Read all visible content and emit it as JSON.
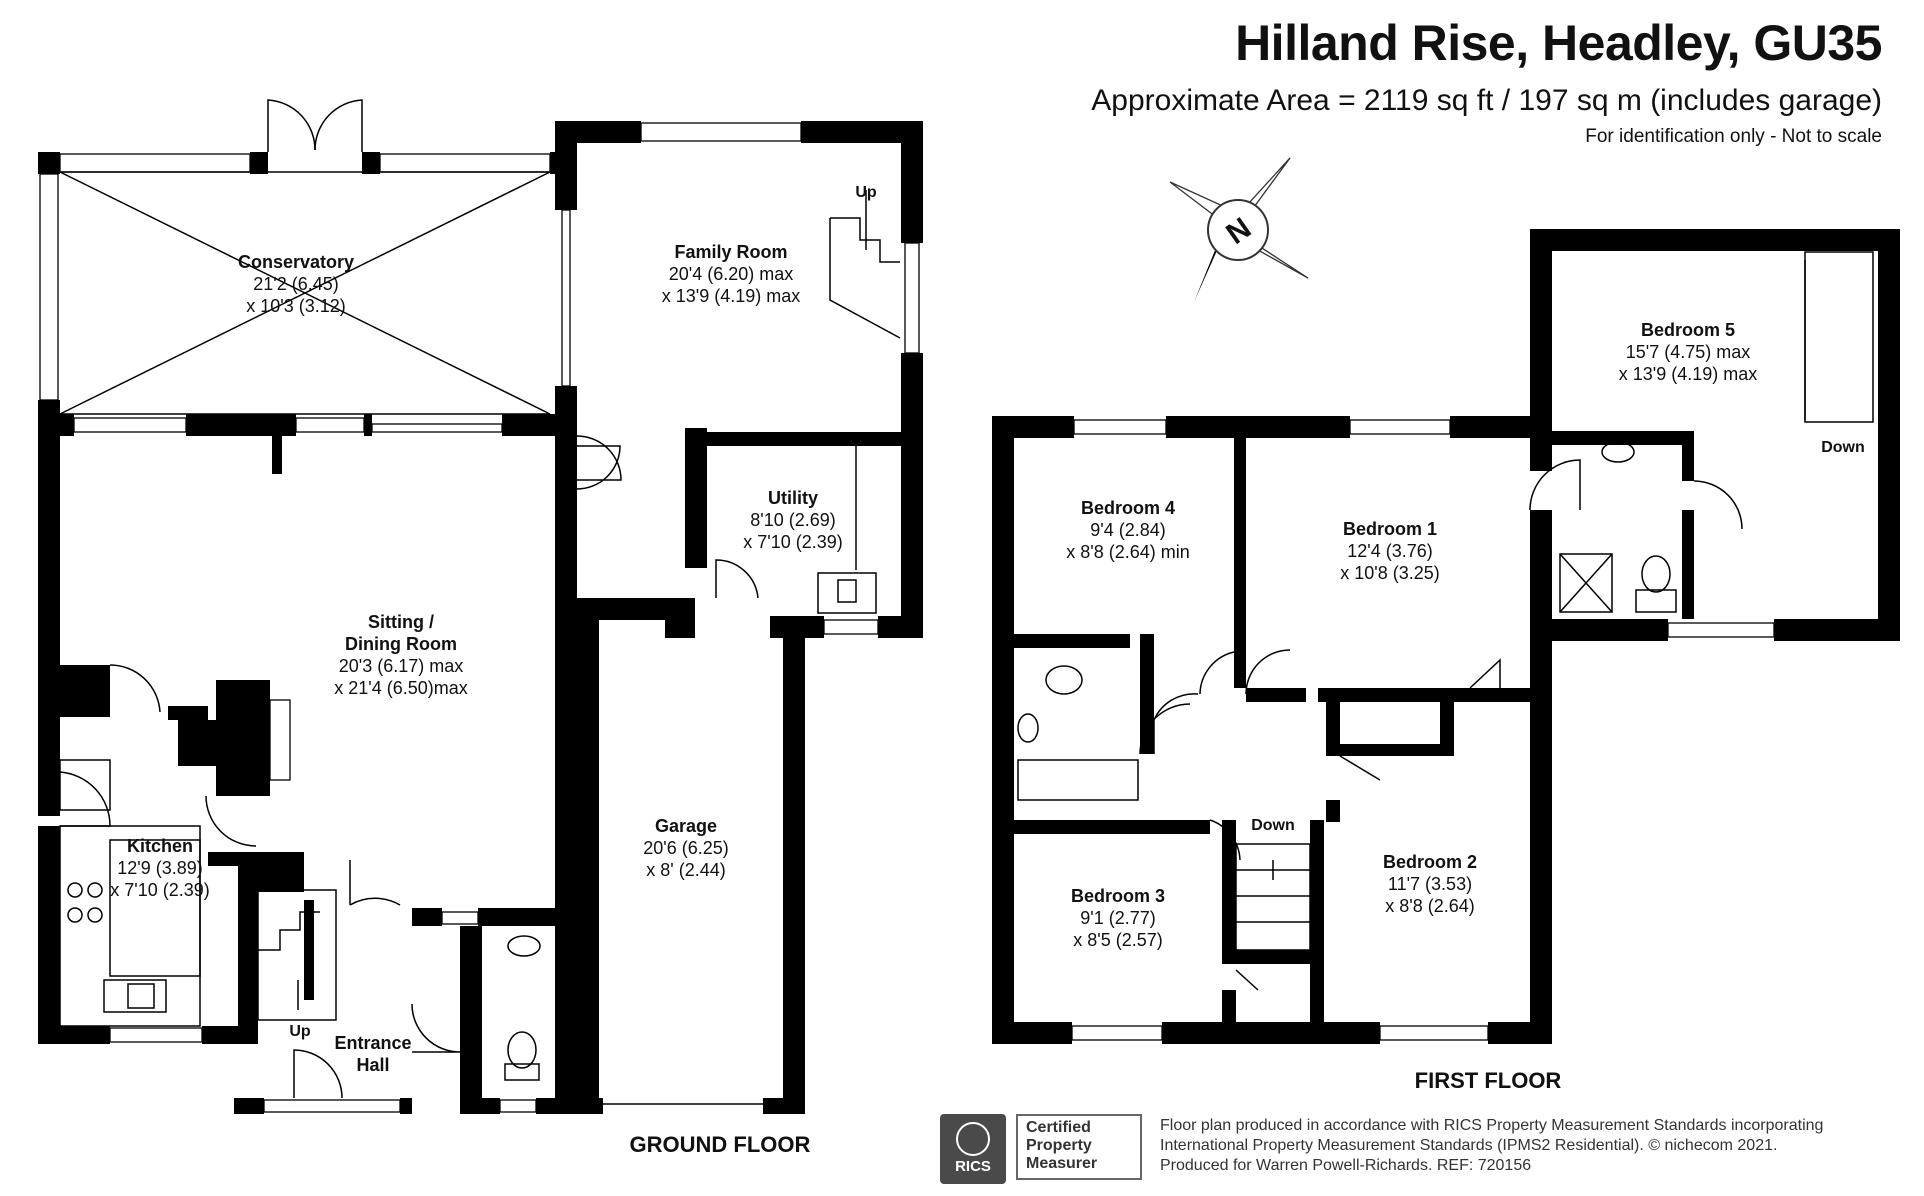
{
  "header": {
    "title": "Hilland Rise, Headley, GU35",
    "area": "Approximate Area = 2119 sq ft / 197 sq m (includes garage)",
    "identification": "For identification only - Not to scale"
  },
  "compass": {
    "label": "N"
  },
  "ground_floor": {
    "label": "GROUND FLOOR",
    "rooms": [
      {
        "name": "Conservatory",
        "dims": [
          "21'2 (6.45)",
          "x 10'3 (3.12)"
        ]
      },
      {
        "name": "Family Room",
        "dims": [
          "20'4 (6.20) max",
          "x 13'9 (4.19) max"
        ]
      },
      {
        "name": "Utility",
        "dims": [
          "8'10 (2.69)",
          "x 7'10 (2.39)"
        ]
      },
      {
        "name": "Sitting /",
        "name2": "Dining Room",
        "dims": [
          "20'3 (6.17) max",
          "x 21'4 (6.50)max"
        ]
      },
      {
        "name": "Garage",
        "dims": [
          "20'6 (6.25)",
          "x 8' (2.44)"
        ]
      },
      {
        "name": "Kitchen",
        "dims": [
          "12'9 (3.89)",
          "x 7'10 (2.39)"
        ]
      },
      {
        "name": "Entrance",
        "name2": "Hall",
        "dims": []
      }
    ],
    "stairs": {
      "family_up": "Up",
      "hall_up": "Up"
    }
  },
  "first_floor": {
    "label": "FIRST FLOOR",
    "rooms": [
      {
        "name": "Bedroom 5",
        "dims": [
          "15'7 (4.75) max",
          "x 13'9 (4.19) max"
        ]
      },
      {
        "name": "Bedroom 4",
        "dims": [
          "9'4 (2.84)",
          "x 8'8 (2.64) min"
        ]
      },
      {
        "name": "Bedroom 1",
        "dims": [
          "12'4 (3.76)",
          "x 10'8 (3.25)"
        ]
      },
      {
        "name": "Bedroom 3",
        "dims": [
          "9'1 (2.77)",
          "x 8'5 (2.57)"
        ]
      },
      {
        "name": "Bedroom 2",
        "dims": [
          "11'7 (3.53)",
          "x 8'8 (2.64)"
        ]
      }
    ],
    "stairs": {
      "main_down": "Down",
      "bed5_down": "Down"
    }
  },
  "footer": {
    "rics_logo": "RICS",
    "cert_lines": [
      "Certified",
      "Property",
      "Measurer"
    ],
    "note_lines": [
      "Floor plan produced in accordance with RICS Property Measurement Standards incorporating",
      "International Property Measurement Standards (IPMS2 Residential).  © nichecom 2021.",
      "Produced for Warren Powell-Richards.   REF:  720156"
    ]
  }
}
